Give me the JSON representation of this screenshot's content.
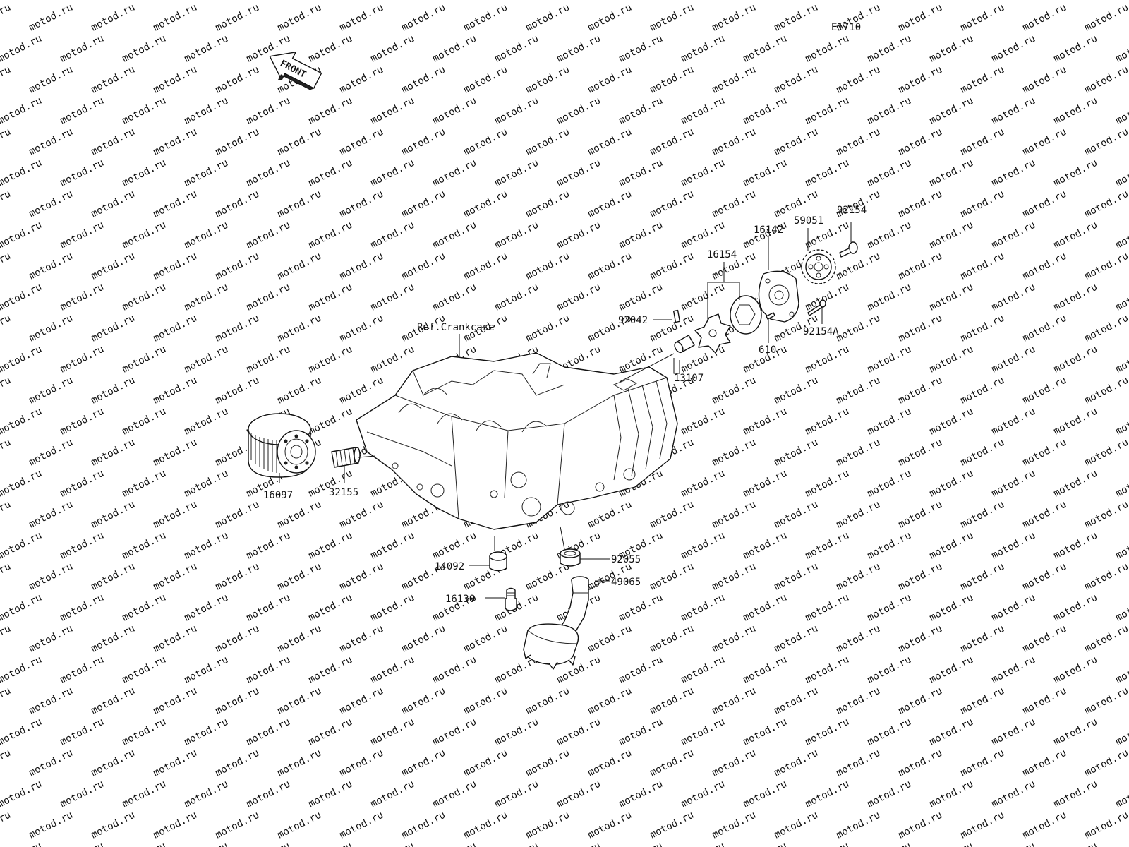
{
  "drawing_code": "E1710",
  "front_arrow_label": "FRONT",
  "reference_label": "Ref.Crankcase",
  "watermark_text": "motod.ru",
  "callouts": {
    "oil_filter": "16097",
    "oil_filter_fitting": "32155",
    "spacer_14092": "14092",
    "bolt_16130": "16130",
    "seal_92055": "92055",
    "oil_strainer": "49065",
    "pin_92042": "92042",
    "collar_13107": "13107",
    "rotor_set": "16154",
    "pump_body": "16142",
    "sprocket": "59051",
    "bolt_92154": "92154",
    "bolt_92154a": "92154A",
    "pin_610": "610"
  }
}
